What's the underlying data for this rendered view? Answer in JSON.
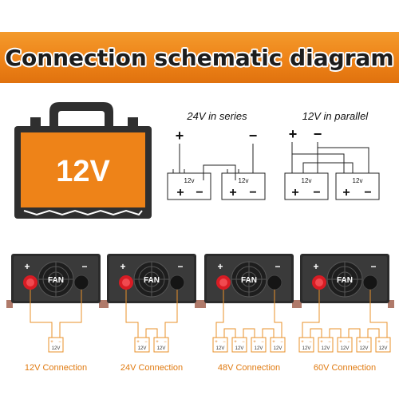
{
  "title": "Connection schematic diagram",
  "battery": {
    "voltage": "12V"
  },
  "series": {
    "label": "24V in series",
    "plus": "+",
    "minus": "−",
    "cell_label": "12v"
  },
  "parallel": {
    "label": "12V in parallel",
    "plus": "+",
    "minus": "−",
    "cell_label": "12v"
  },
  "inverter": {
    "fan_label": "FAN",
    "plus": "+",
    "minus": "−"
  },
  "battery_cell_label": "12V",
  "connections": [
    {
      "label": "12V Connection",
      "batteries": 1
    },
    {
      "label": "24V Connection",
      "batteries": 2
    },
    {
      "label": "48V Connection",
      "batteries": 4
    },
    {
      "label": "60V Connection",
      "batteries": 5
    }
  ],
  "colors": {
    "banner": "#ee8318",
    "battery_body": "#ee8318",
    "battery_case": "#2f2f2f",
    "wire": "#e8902a",
    "label": "#e07a10",
    "knob_red": "#d81c24"
  }
}
